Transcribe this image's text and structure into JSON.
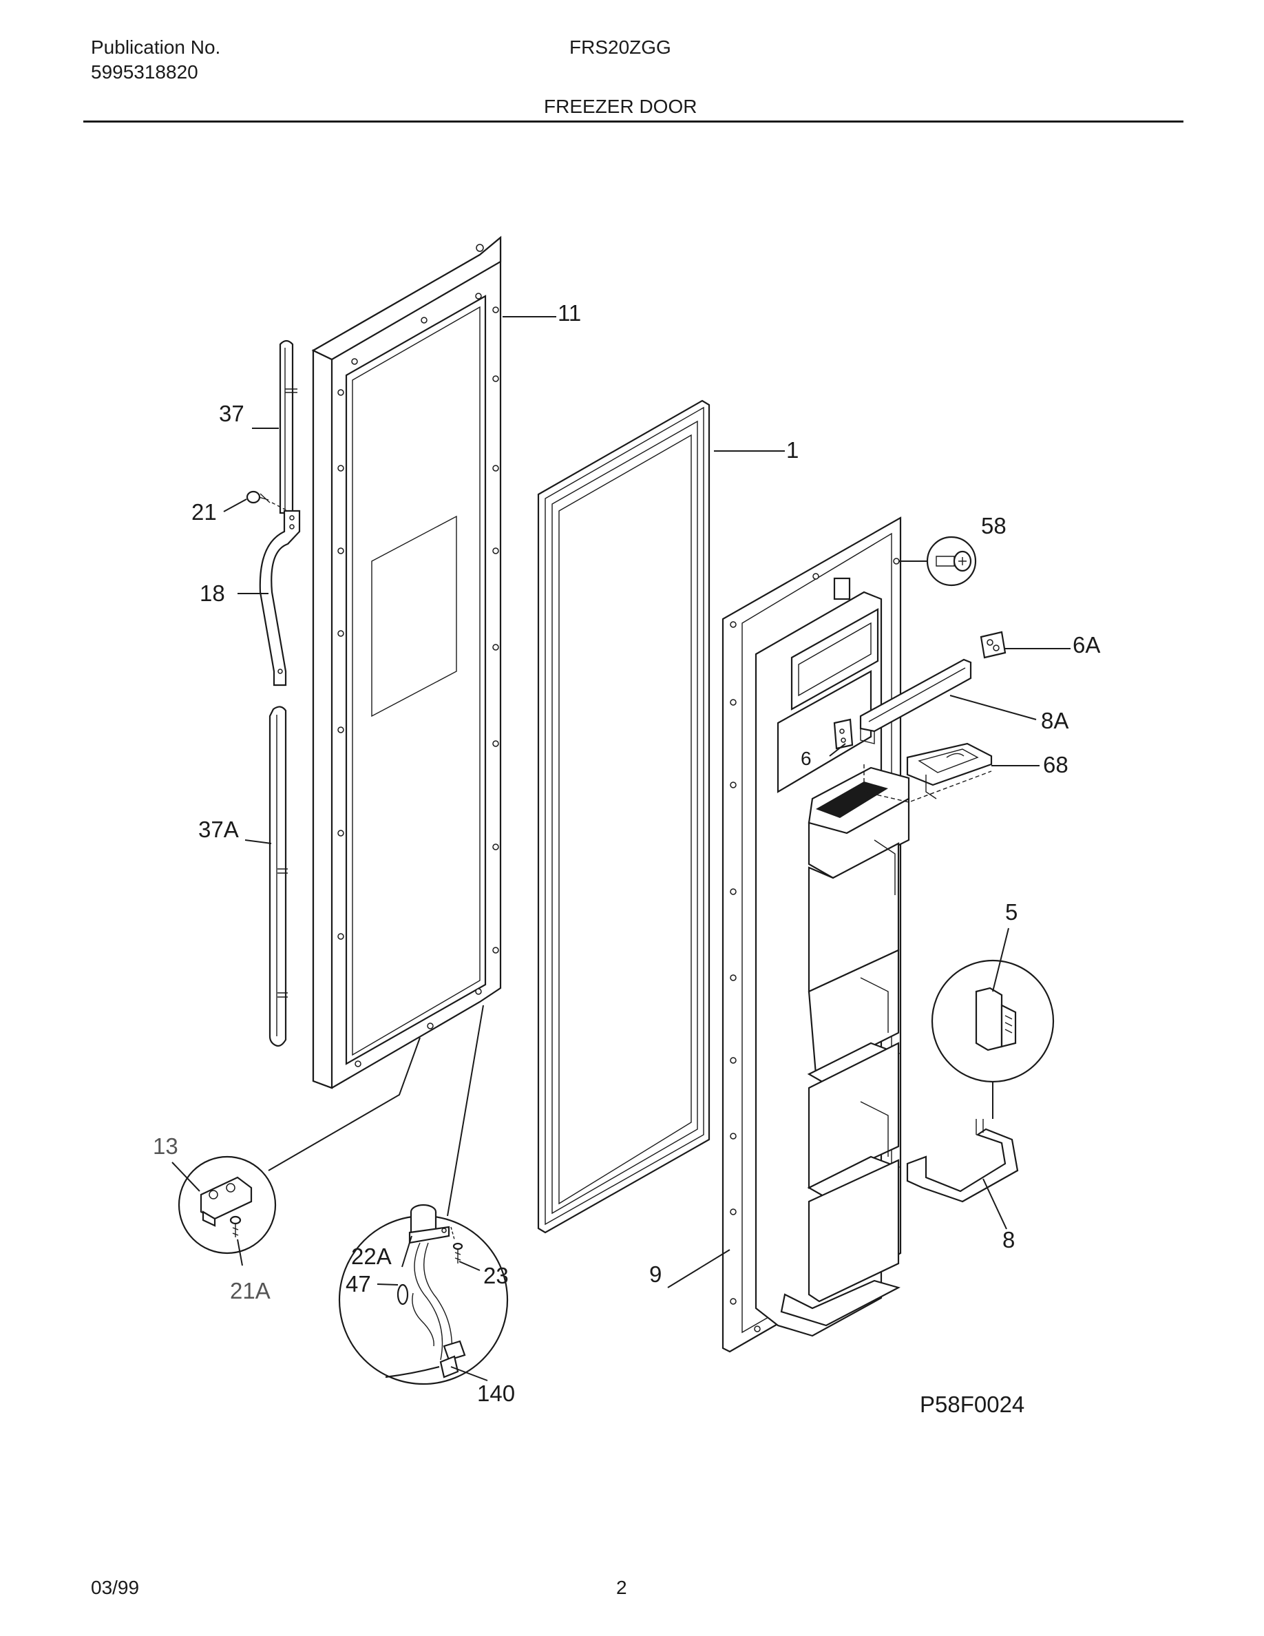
{
  "header": {
    "publication_label": "Publication No.",
    "publication_number": "5995318820",
    "model": "FRS20ZGG",
    "section_title": "FREEZER DOOR"
  },
  "diagram": {
    "drawing_code": "P58F0024",
    "callouts": {
      "c11": "11",
      "c1": "1",
      "c37": "37",
      "c21": "21",
      "c18": "18",
      "c37a": "37A",
      "c58": "58",
      "c6a": "6A",
      "c8a": "8A",
      "c6": "6",
      "c68": "68",
      "c5": "5",
      "c8": "8",
      "c9": "9",
      "c13": "13",
      "c21a": "21A",
      "c22a": "22A",
      "c47": "47",
      "c23": "23",
      "c140": "140"
    }
  },
  "footer": {
    "date": "03/99",
    "page": "2"
  }
}
